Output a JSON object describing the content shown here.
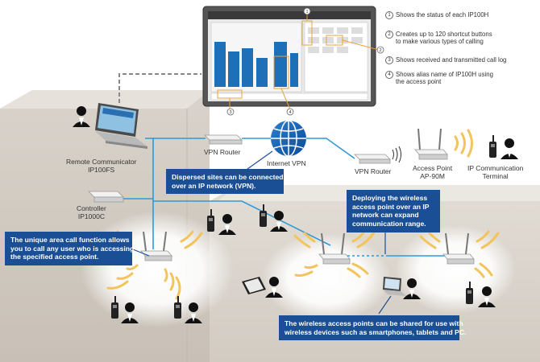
{
  "legend": [
    {
      "num": "1",
      "text": "Shows the status of each IP100H"
    },
    {
      "num": "2",
      "text": "Creates up to 120 shortcut buttons\nto make various types of calling"
    },
    {
      "num": "3",
      "text": "Shows received and transmitted call log"
    },
    {
      "num": "4",
      "text": "Shows alias name of IP100H using\nthe access point"
    }
  ],
  "screen_markers": [
    "1",
    "2",
    "3",
    "4"
  ],
  "labels": {
    "remote_communicator": "Remote Communicator\nIP100FS",
    "controller": "Controller\nIP1000C",
    "vpn_router_1": "VPN Router",
    "internet_vpn": "Internet VPN",
    "vpn_router_2": "VPN Router",
    "access_point": "Access Point\nAP-90M",
    "ip_terminal": "IP Communication\nTerminal"
  },
  "callouts": {
    "dispersed": "Dispersed sites can be connected\nover an IP network (VPN).",
    "deploying": "Deploying the wireless\naccess point over an IP\nnetwork can expand\ncommunication range.",
    "unique_area": "The unique area call function allows\nyou to call any user who is accessing\nthe specified access point.",
    "shared": "The wireless access points can be shared for use with\nwireless devices such as smartphones, tablets and PC."
  },
  "colors": {
    "accent_blue": "#1a4f95",
    "network_line": "#2f9ad6",
    "wave_yellow": "#f2c45a",
    "room_wall": "#cfc8bf"
  }
}
